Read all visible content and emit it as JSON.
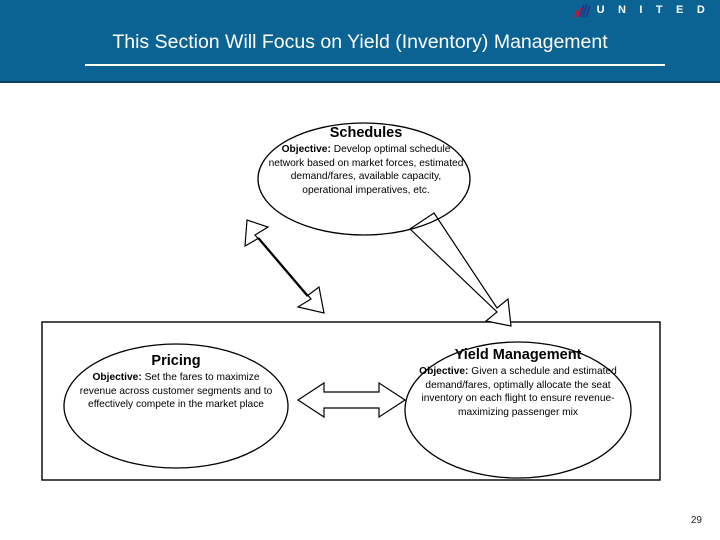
{
  "header": {
    "title": "This Section Will Focus on Yield (Inventory) Management",
    "brand": "U N I T E D",
    "brand_icon": "united-tulip-logo",
    "background_color": "#0b6393",
    "text_color": "#ffffff"
  },
  "diagram": {
    "type": "relationship-diagram",
    "nodes": [
      {
        "id": "schedules",
        "title": "Schedules",
        "objective_label": "Objective:",
        "objective_text": "Develop optimal schedule network based on market forces, estimated demand/fares, available capacity, operational imperatives, etc."
      },
      {
        "id": "pricing",
        "title": "Pricing",
        "objective_label": "Objective:",
        "objective_text": "Set the fares to maximize revenue across customer segments and to effectively compete in the market place"
      },
      {
        "id": "yield-management",
        "title": "Yield Management",
        "objective_label": "Objective:",
        "objective_text": "Given a schedule and estimated demand/fares, optimally allocate the seat inventory on each flight to ensure revenue-maximizing passenger mix"
      }
    ],
    "connectors": [
      {
        "id": "schedules-pricing",
        "from": "schedules",
        "to": "pricing",
        "style": "double-headed-arrow"
      },
      {
        "id": "schedules-yield",
        "from": "schedules",
        "to": "yield-management",
        "style": "single-headed-arrow"
      },
      {
        "id": "pricing-yield",
        "from": "pricing",
        "to": "yield-management",
        "style": "double-headed-arrow"
      }
    ],
    "grouping_box": {
      "id": "revenue-management-box",
      "contains": [
        "pricing",
        "yield-management"
      ]
    }
  },
  "footer": {
    "page_number": "29"
  }
}
